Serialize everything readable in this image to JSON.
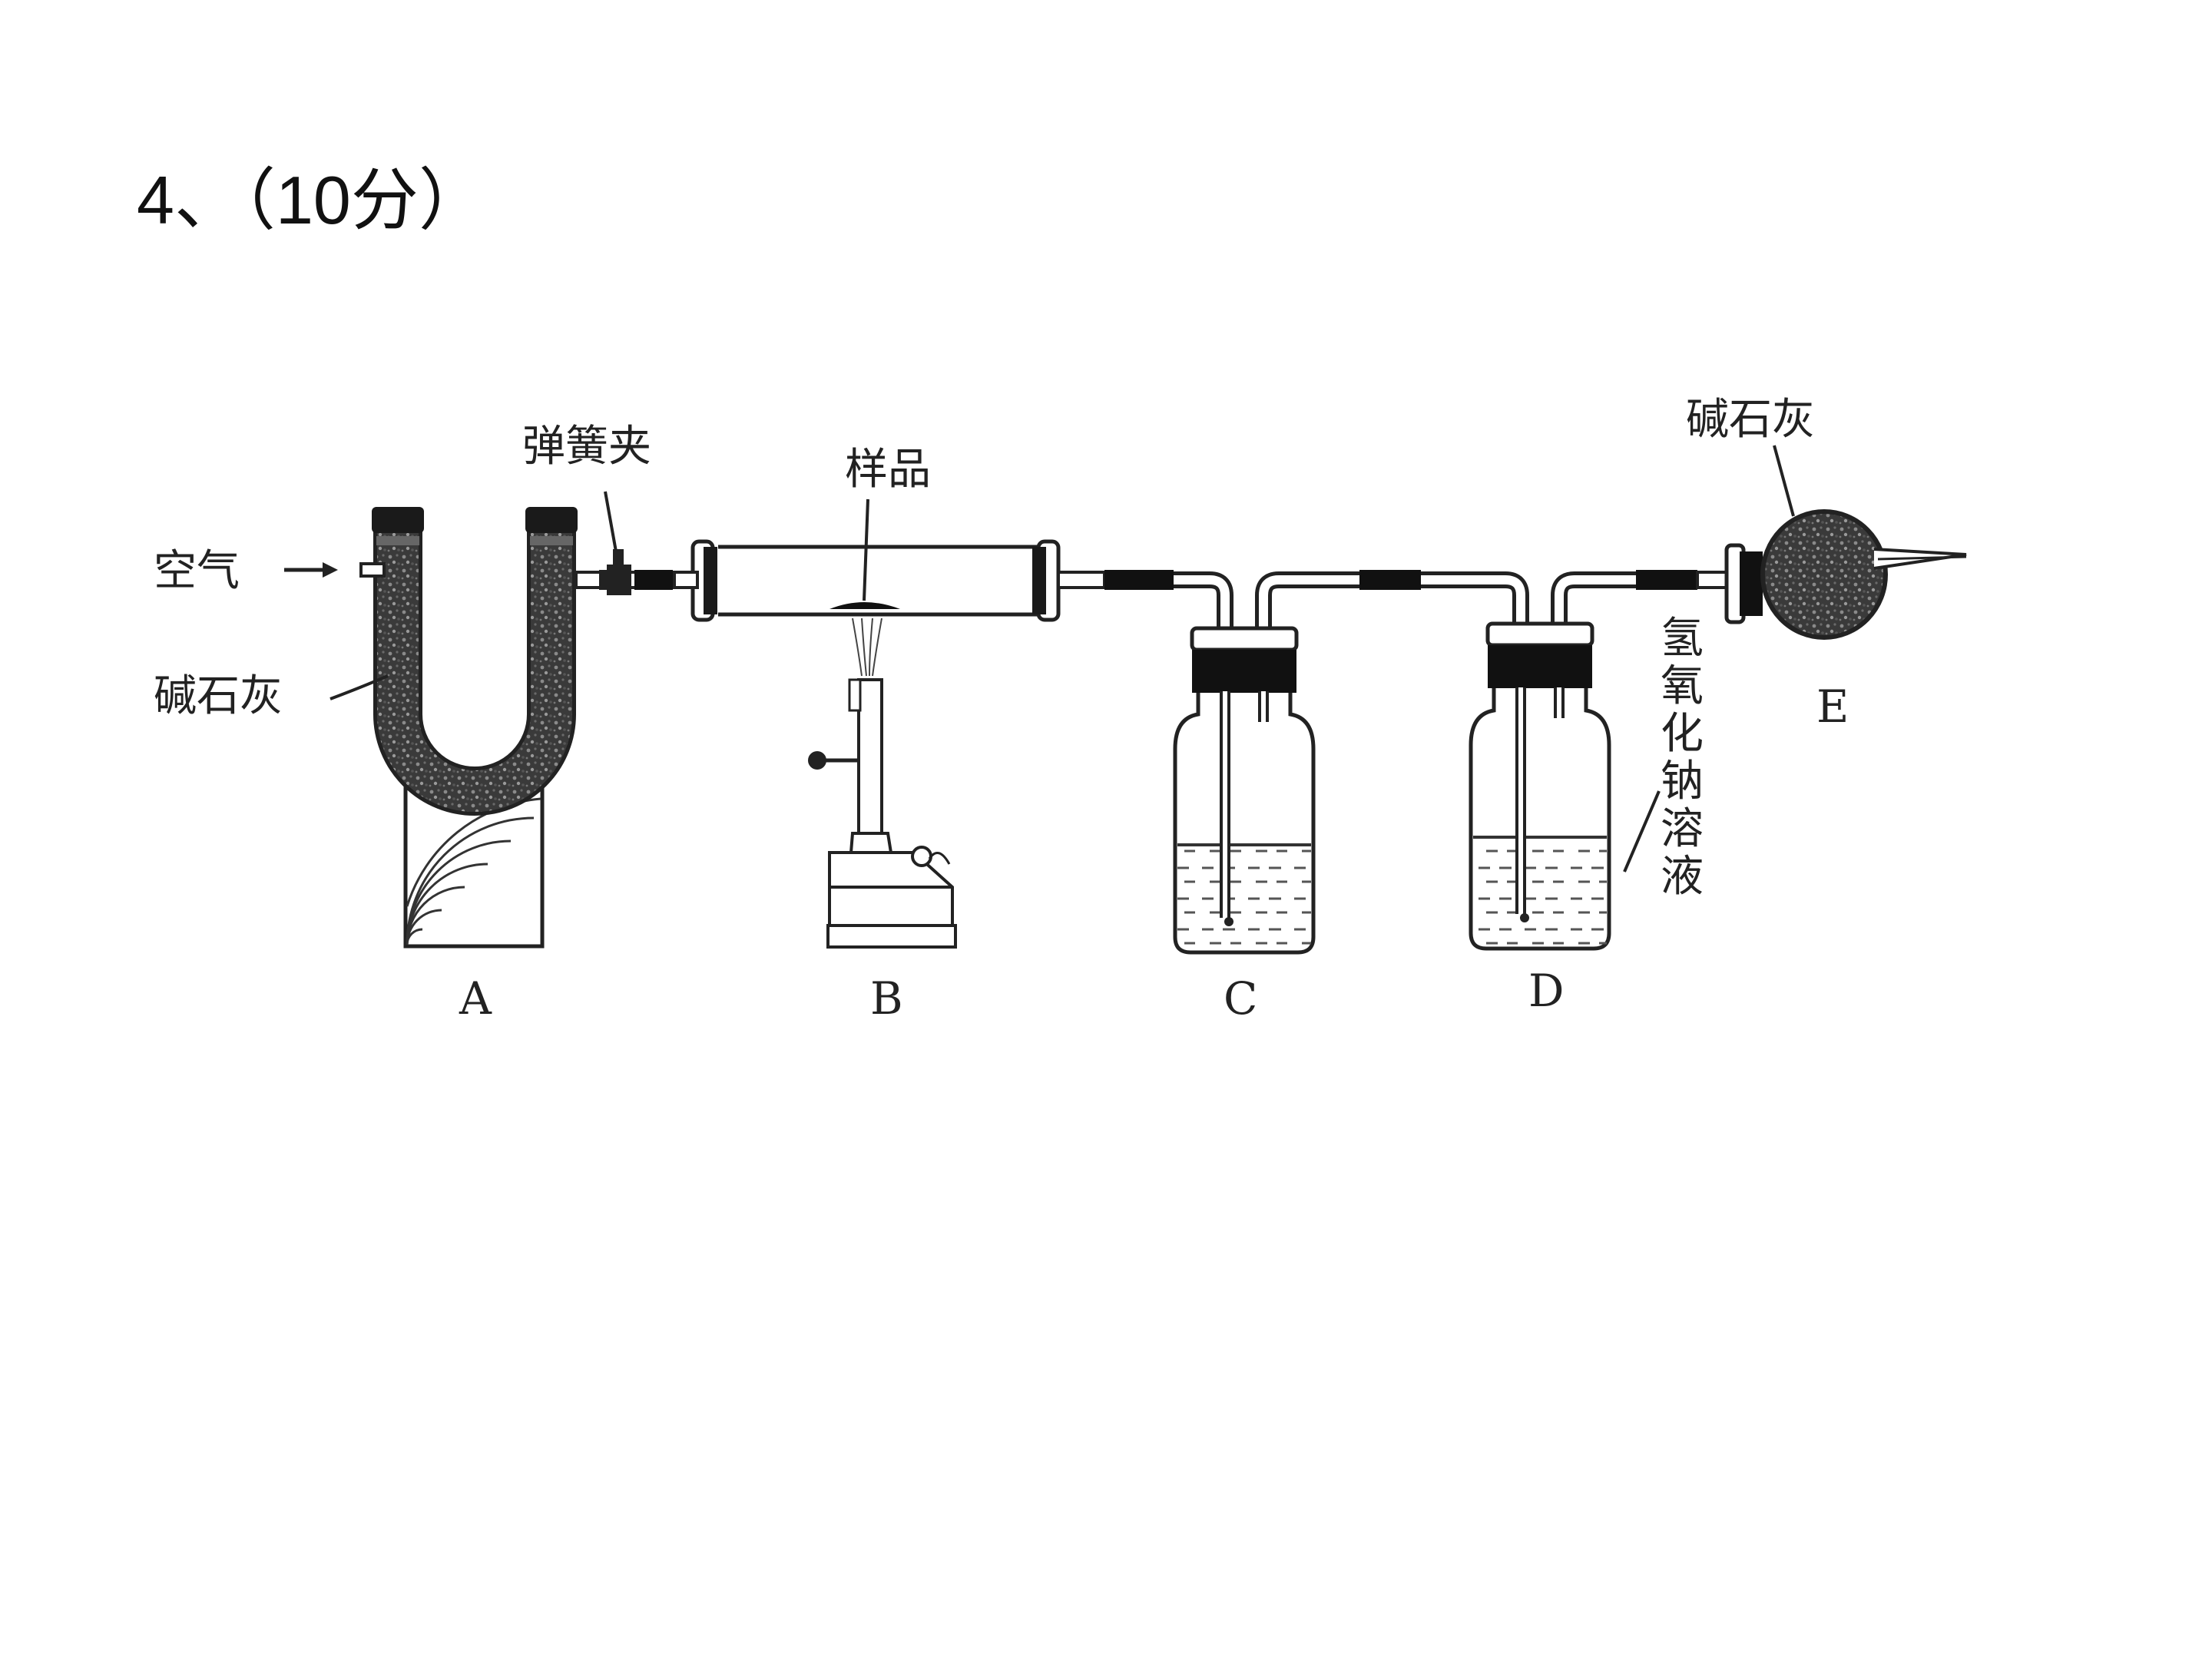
{
  "title": "4、（10分）",
  "labels": {
    "air": "空气",
    "soda_lime_left": "碱石灰",
    "spring_clip": "弹簧夹",
    "sample": "样品",
    "soda_lime_right": "碱石灰",
    "naoh_solution": "氢氧化钠溶液"
  },
  "apparatus": {
    "A": "A",
    "B": "B",
    "C": "C",
    "D": "D",
    "E": "E"
  }
}
